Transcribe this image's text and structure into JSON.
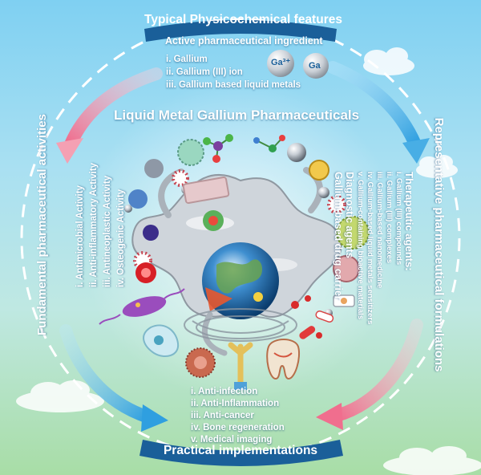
{
  "title": "Liquid Metal Gallium Pharmaceuticals",
  "top": {
    "banner": "Typical Physicochemical features",
    "heading": "Active pharmaceutical ingredient",
    "items": [
      "i.   Gallium",
      "ii.  Gallium (III) ion",
      "iii. Gallium based liquid metals"
    ],
    "ion_labels": [
      "Ga³⁺",
      "Ga"
    ]
  },
  "left": {
    "banner": "Fundamental pharmaceutical activities",
    "items": [
      "i.   Antimicrobial Activity",
      "ii.  Anti-inflammatory Activity",
      "iii. Antineoplastic Activity",
      "iv. Osteogenic Activity"
    ]
  },
  "right": {
    "banner": "Representative pharmaceutical formulations",
    "heading": "Therapeutic agents:",
    "items": [
      "i.   Gallium (III) compounds",
      "ii.  Gallium (III) complexes",
      "iii. Gallium-based nanomedicine",
      "iv. Gallium-based liquid metals sensitizers",
      "v.  Gallium-containing bioactive materials"
    ],
    "extra": [
      "Diagnostic agents",
      "Gallium-based drug carrier"
    ]
  },
  "bottom": {
    "banner": "Practical implementations",
    "items": [
      "i.    Anti-infection",
      "ii.   Anti-Inflammation",
      "iii.  Anti-cancer",
      "iv.  Bone regeneration",
      "v.   Medical imaging"
    ]
  },
  "colors": {
    "banner": "#1a5f99",
    "ring": "#ffffff",
    "arrow_blue": "#2f9fe0",
    "arrow_pink": "#f06e8e",
    "metal": "#c9cfd6"
  },
  "icons": [
    "cloud-icon",
    "metal-splash-icon",
    "globe-icon",
    "bacteria-icon",
    "cell-icon",
    "tooth-icon",
    "bone-icon",
    "pill-icon",
    "nanoparticle-icon",
    "molecule-icon"
  ]
}
